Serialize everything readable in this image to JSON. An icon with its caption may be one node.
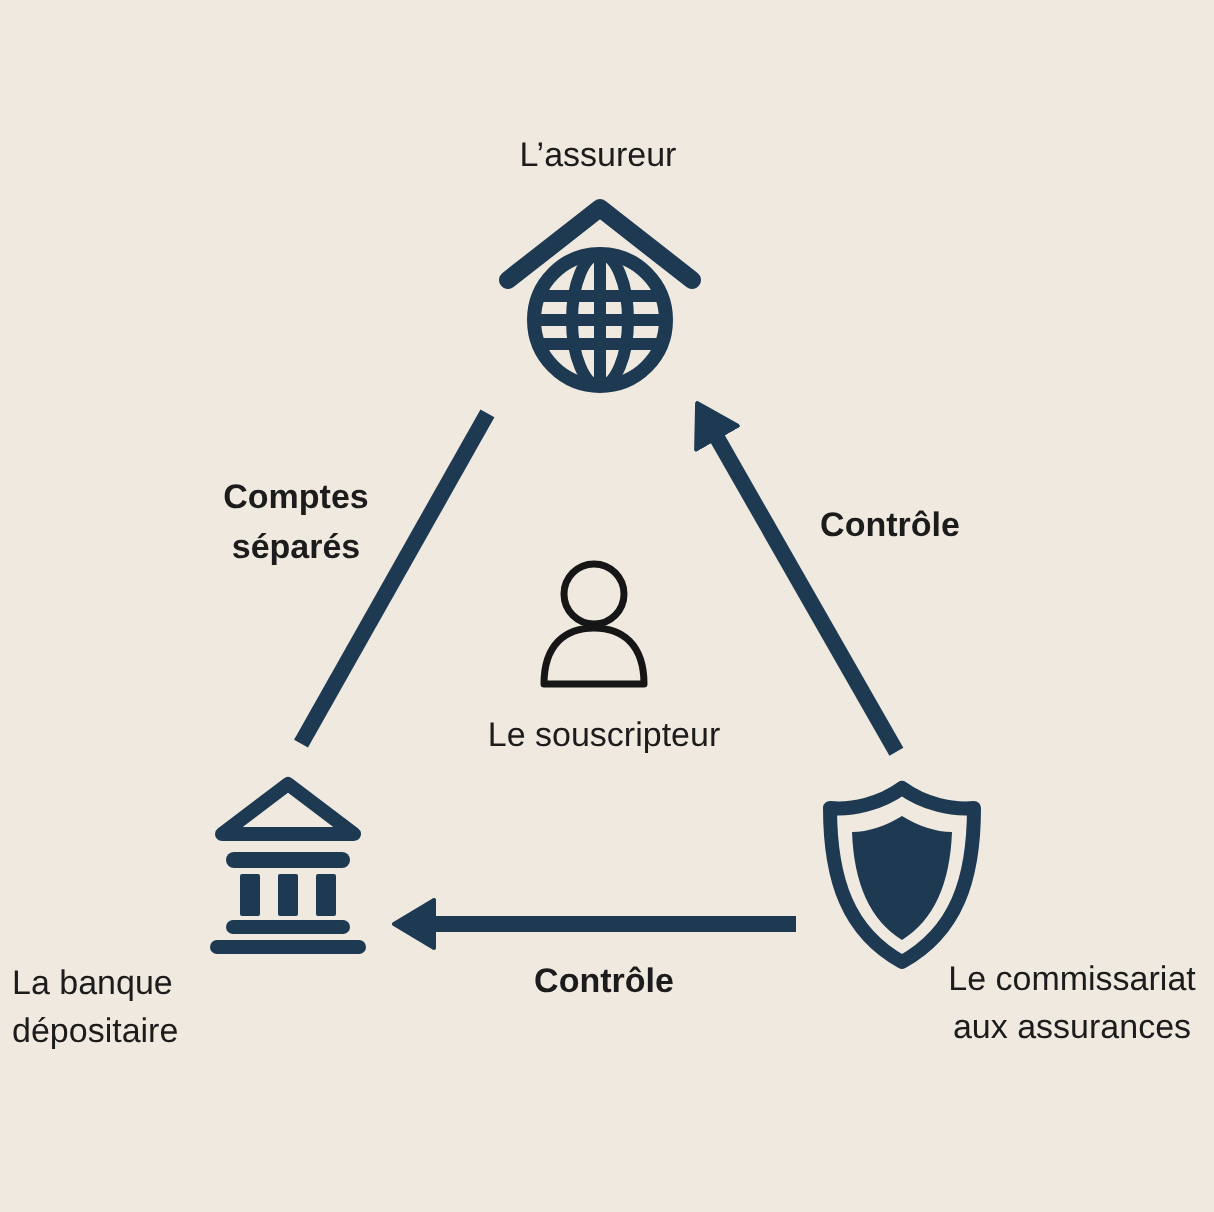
{
  "diagram": {
    "nodes": [
      {
        "text": [
          "L’assureur"
        ]
      },
      {
        "text": [
          "Le souscripteur"
        ]
      },
      {
        "text": [
          "La banque dépositaire"
        ]
      },
      {
        "text": [
          "Le commissariat aux assurances"
        ]
      }
    ],
    "edges": [
      {
        "from": 2,
        "to": 0,
        "arrow": "none",
        "label": "Comptes séparés"
      },
      {
        "from": 3,
        "to": 0,
        "arrow": "to",
        "label": "Contrôle"
      },
      {
        "from": 3,
        "to": 2,
        "arrow": "to",
        "label": "Contrôle"
      }
    ]
  }
}
